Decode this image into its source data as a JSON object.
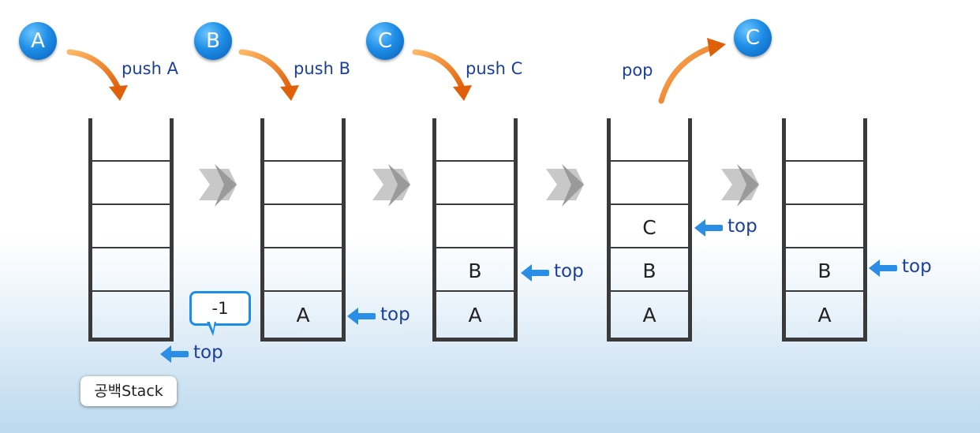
{
  "items": {
    "a": "A",
    "b": "B",
    "c": "C"
  },
  "operations": {
    "push_a": "push A",
    "push_b": "push B",
    "push_c": "push C",
    "pop": "pop"
  },
  "top_label": "top",
  "empty_top_value": "-1",
  "empty_caption": "공백Stack",
  "stacks": [
    {
      "cells": []
    },
    {
      "cells": [
        "A"
      ]
    },
    {
      "cells": [
        "A",
        "B"
      ]
    },
    {
      "cells": [
        "A",
        "B",
        "C"
      ]
    },
    {
      "cells": [
        "A",
        "B"
      ]
    }
  ],
  "colors": {
    "circle": "#1e8de6",
    "operation_arrow": "#f07a1a",
    "pointer": "#2a8ee6",
    "label_text": "#1b3f9a"
  },
  "icons": {
    "step_arrow": "gray-chevron-arrow-icon",
    "pointer": "left-arrow-icon"
  }
}
